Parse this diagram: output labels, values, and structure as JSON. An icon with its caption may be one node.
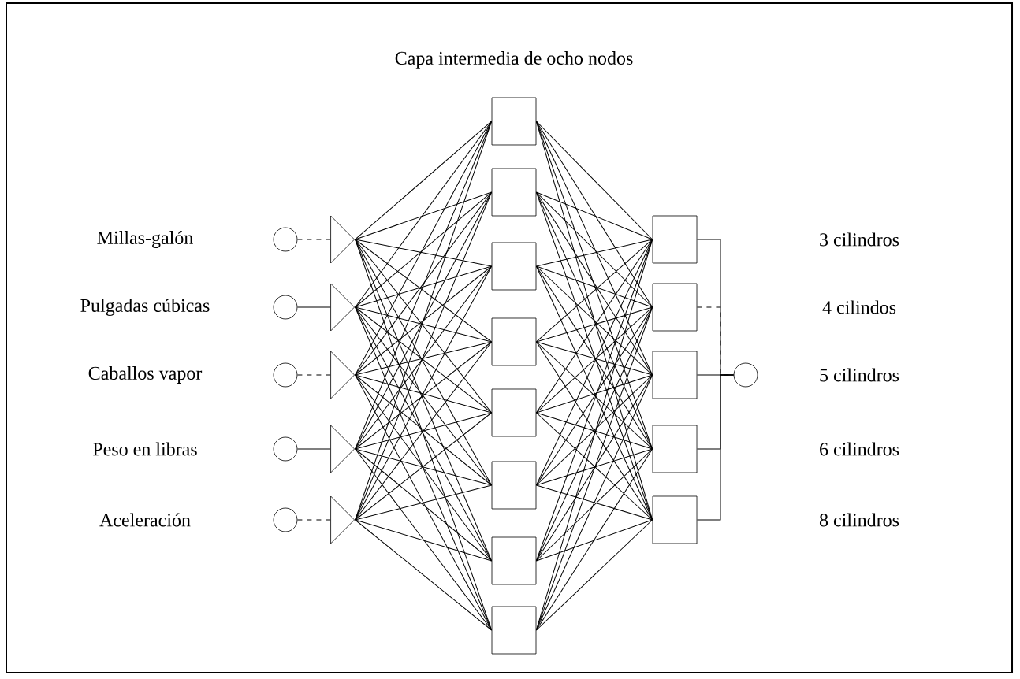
{
  "diagram": {
    "title": "Capa intermedia de ocho nodos",
    "nodes": [
      {
        "text": [],
        "shape": "circle"
      },
      {
        "text": [],
        "shape": "circle"
      },
      {
        "text": [],
        "shape": "circle"
      },
      {
        "text": [],
        "shape": "circle"
      },
      {
        "text": [],
        "shape": "circle"
      },
      {
        "text": [],
        "shape": "triangle"
      },
      {
        "text": [],
        "shape": "triangle"
      },
      {
        "text": [],
        "shape": "triangle"
      },
      {
        "text": [],
        "shape": "triangle"
      },
      {
        "text": [],
        "shape": "triangle"
      },
      {
        "text": [],
        "shape": "box"
      },
      {
        "text": [],
        "shape": "box"
      },
      {
        "text": [],
        "shape": "box"
      },
      {
        "text": [],
        "shape": "box"
      },
      {
        "text": [],
        "shape": "box"
      },
      {
        "text": [],
        "shape": "box"
      },
      {
        "text": [],
        "shape": "box"
      },
      {
        "text": [],
        "shape": "box"
      },
      {
        "text": [],
        "shape": "box"
      },
      {
        "text": [],
        "shape": "box"
      },
      {
        "text": [],
        "shape": "box"
      },
      {
        "text": [],
        "shape": "box"
      },
      {
        "text": [],
        "shape": "box"
      },
      {
        "text": [],
        "shape": "circle"
      }
    ],
    "edges": [
      {
        "from": 0,
        "to": 5,
        "arrow": "none",
        "style": "dashed"
      },
      {
        "from": 1,
        "to": 6,
        "arrow": "none"
      },
      {
        "from": 2,
        "to": 7,
        "arrow": "none",
        "style": "dashed"
      },
      {
        "from": 3,
        "to": 8,
        "arrow": "none"
      },
      {
        "from": 4,
        "to": 9,
        "arrow": "none",
        "style": "dashed"
      },
      {
        "from": 5,
        "to": 10,
        "arrow": "none"
      },
      {
        "from": 5,
        "to": 11,
        "arrow": "none"
      },
      {
        "from": 5,
        "to": 12,
        "arrow": "none"
      },
      {
        "from": 5,
        "to": 13,
        "arrow": "none"
      },
      {
        "from": 5,
        "to": 14,
        "arrow": "none"
      },
      {
        "from": 5,
        "to": 15,
        "arrow": "none"
      },
      {
        "from": 5,
        "to": 16,
        "arrow": "none"
      },
      {
        "from": 5,
        "to": 17,
        "arrow": "none"
      },
      {
        "from": 6,
        "to": 10,
        "arrow": "none"
      },
      {
        "from": 6,
        "to": 11,
        "arrow": "none"
      },
      {
        "from": 6,
        "to": 12,
        "arrow": "none"
      },
      {
        "from": 6,
        "to": 13,
        "arrow": "none"
      },
      {
        "from": 6,
        "to": 14,
        "arrow": "none"
      },
      {
        "from": 6,
        "to": 15,
        "arrow": "none"
      },
      {
        "from": 6,
        "to": 16,
        "arrow": "none"
      },
      {
        "from": 6,
        "to": 17,
        "arrow": "none"
      },
      {
        "from": 7,
        "to": 10,
        "arrow": "none"
      },
      {
        "from": 7,
        "to": 11,
        "arrow": "none"
      },
      {
        "from": 7,
        "to": 12,
        "arrow": "none"
      },
      {
        "from": 7,
        "to": 13,
        "arrow": "none"
      },
      {
        "from": 7,
        "to": 14,
        "arrow": "none"
      },
      {
        "from": 7,
        "to": 15,
        "arrow": "none"
      },
      {
        "from": 7,
        "to": 16,
        "arrow": "none"
      },
      {
        "from": 7,
        "to": 17,
        "arrow": "none"
      },
      {
        "from": 8,
        "to": 10,
        "arrow": "none"
      },
      {
        "from": 8,
        "to": 11,
        "arrow": "none"
      },
      {
        "from": 8,
        "to": 12,
        "arrow": "none"
      },
      {
        "from": 8,
        "to": 13,
        "arrow": "none"
      },
      {
        "from": 8,
        "to": 14,
        "arrow": "none"
      },
      {
        "from": 8,
        "to": 15,
        "arrow": "none"
      },
      {
        "from": 8,
        "to": 16,
        "arrow": "none"
      },
      {
        "from": 8,
        "to": 17,
        "arrow": "none"
      },
      {
        "from": 9,
        "to": 10,
        "arrow": "none"
      },
      {
        "from": 9,
        "to": 11,
        "arrow": "none"
      },
      {
        "from": 9,
        "to": 12,
        "arrow": "none"
      },
      {
        "from": 9,
        "to": 13,
        "arrow": "none"
      },
      {
        "from": 9,
        "to": 14,
        "arrow": "none"
      },
      {
        "from": 9,
        "to": 15,
        "arrow": "none"
      },
      {
        "from": 9,
        "to": 16,
        "arrow": "none"
      },
      {
        "from": 9,
        "to": 17,
        "arrow": "none"
      },
      {
        "from": 10,
        "to": 18,
        "arrow": "none"
      },
      {
        "from": 10,
        "to": 19,
        "arrow": "none"
      },
      {
        "from": 10,
        "to": 20,
        "arrow": "none"
      },
      {
        "from": 10,
        "to": 21,
        "arrow": "none"
      },
      {
        "from": 10,
        "to": 22,
        "arrow": "none"
      },
      {
        "from": 11,
        "to": 18,
        "arrow": "none"
      },
      {
        "from": 11,
        "to": 19,
        "arrow": "none"
      },
      {
        "from": 11,
        "to": 20,
        "arrow": "none"
      },
      {
        "from": 11,
        "to": 21,
        "arrow": "none"
      },
      {
        "from": 11,
        "to": 22,
        "arrow": "none"
      },
      {
        "from": 12,
        "to": 18,
        "arrow": "none"
      },
      {
        "from": 12,
        "to": 19,
        "arrow": "none"
      },
      {
        "from": 12,
        "to": 20,
        "arrow": "none"
      },
      {
        "from": 12,
        "to": 21,
        "arrow": "none"
      },
      {
        "from": 12,
        "to": 22,
        "arrow": "none"
      },
      {
        "from": 13,
        "to": 18,
        "arrow": "none"
      },
      {
        "from": 13,
        "to": 19,
        "arrow": "none"
      },
      {
        "from": 13,
        "to": 20,
        "arrow": "none"
      },
      {
        "from": 13,
        "to": 21,
        "arrow": "none"
      },
      {
        "from": 13,
        "to": 22,
        "arrow": "none"
      },
      {
        "from": 14,
        "to": 18,
        "arrow": "none"
      },
      {
        "from": 14,
        "to": 19,
        "arrow": "none"
      },
      {
        "from": 14,
        "to": 20,
        "arrow": "none"
      },
      {
        "from": 14,
        "to": 21,
        "arrow": "none"
      },
      {
        "from": 14,
        "to": 22,
        "arrow": "none"
      },
      {
        "from": 15,
        "to": 18,
        "arrow": "none"
      },
      {
        "from": 15,
        "to": 19,
        "arrow": "none"
      },
      {
        "from": 15,
        "to": 20,
        "arrow": "none"
      },
      {
        "from": 15,
        "to": 21,
        "arrow": "none"
      },
      {
        "from": 15,
        "to": 22,
        "arrow": "none"
      },
      {
        "from": 16,
        "to": 18,
        "arrow": "none"
      },
      {
        "from": 16,
        "to": 19,
        "arrow": "none"
      },
      {
        "from": 16,
        "to": 20,
        "arrow": "none"
      },
      {
        "from": 16,
        "to": 21,
        "arrow": "none"
      },
      {
        "from": 16,
        "to": 22,
        "arrow": "none"
      },
      {
        "from": 17,
        "to": 18,
        "arrow": "none"
      },
      {
        "from": 17,
        "to": 19,
        "arrow": "none"
      },
      {
        "from": 17,
        "to": 20,
        "arrow": "none"
      },
      {
        "from": 17,
        "to": 21,
        "arrow": "none"
      },
      {
        "from": 17,
        "to": 22,
        "arrow": "none"
      },
      {
        "from": 18,
        "to": 23,
        "arrow": "none"
      },
      {
        "from": 19,
        "to": 23,
        "arrow": "none",
        "style": "dashed"
      },
      {
        "from": 20,
        "to": 23,
        "arrow": "none"
      },
      {
        "from": 21,
        "to": 23,
        "arrow": "none"
      },
      {
        "from": 22,
        "to": 23,
        "arrow": "none"
      }
    ],
    "labels": [
      "Millas-galón",
      "3 cilindros",
      "Pulgadas cúbicas",
      "4 cilindos",
      "Caballos vapor",
      "5 cilindros",
      "Peso en libras",
      "6 cilindros",
      "Aceleración",
      "8 cilindros"
    ]
  }
}
